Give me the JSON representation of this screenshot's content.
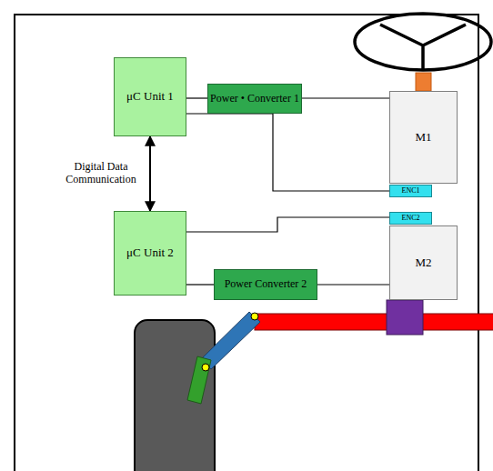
{
  "diagram": {
    "nodes": [
      {
        "text": [
          "μC Unit 1"
        ]
      },
      {
        "text": [
          "Power • Converter 1"
        ]
      },
      {
        "text": [
          "M1"
        ]
      },
      {
        "text": [
          "ENC1"
        ]
      },
      {
        "text": [
          "μC Unit 2"
        ]
      },
      {
        "text": [
          "ENC2"
        ]
      },
      {
        "text": [
          "M2"
        ]
      },
      {
        "text": [
          "Power Converter 2"
        ]
      }
    ],
    "edges": [
      {
        "from": 0,
        "to": 4,
        "arrow": "both",
        "label": "Digital Data Communication"
      },
      {
        "from": 0,
        "to": 1,
        "arrow": "none"
      },
      {
        "from": 1,
        "to": 2,
        "arrow": "none"
      },
      {
        "from": 0,
        "to": 3,
        "arrow": "none"
      },
      {
        "from": 4,
        "to": 5,
        "arrow": "none"
      },
      {
        "from": 4,
        "to": 7,
        "arrow": "none"
      },
      {
        "from": 7,
        "to": 6,
        "arrow": "none"
      }
    ]
  }
}
